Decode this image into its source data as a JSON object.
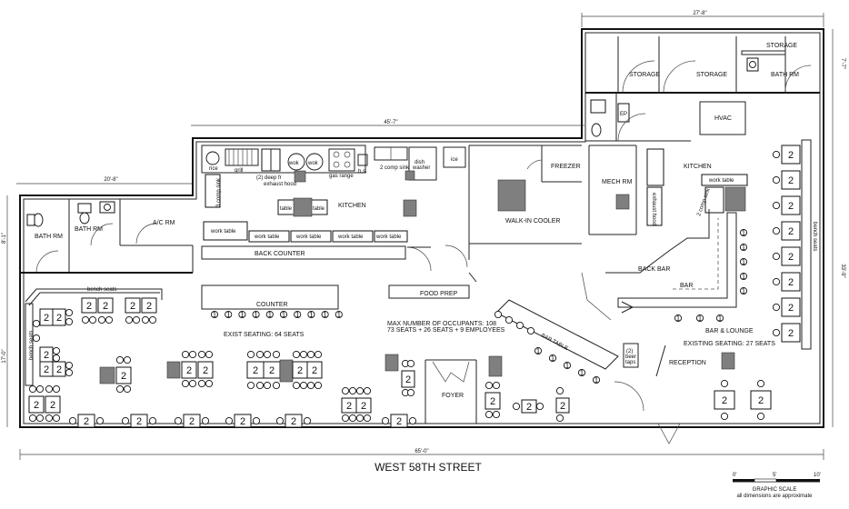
{
  "street": "WEST 58TH STREET",
  "dimensions": {
    "overall_width": "65'-0\"",
    "kitchen_width": "45'-7\"",
    "rear_width": "27'-8\"",
    "left_wing_width": "20'-8\"",
    "rear_depth": "7'-7\"",
    "right_depth": "33'-9\"",
    "left_depth_upper": "8'-1\"",
    "left_depth_lower": "17'-0\""
  },
  "scale": {
    "ticks": [
      "0'",
      "5'",
      "10'"
    ],
    "title": "GRAPHIC SCALE",
    "note": "all dimensions are approximate"
  },
  "occupancy": {
    "line1": "MAX NUMBER OF OCCUPANTS: 108",
    "line2": "73 SEATS + 26 SEATS + 9 EMPLOYEES"
  },
  "rooms": {
    "storage_top": "STORAGE",
    "storage_1": "STORAGE",
    "storage_2": "STORAGE",
    "bath_rm_right": "BATH RM",
    "ep": "EP",
    "hvac": "HVAC",
    "kitchen_right": "KITCHEN",
    "mech_rm": "MECH RM",
    "freezer": "FREEZER",
    "walk_in_cooler": "WALK-IN COOLER",
    "kitchen_main": "KITCHEN",
    "bath_rm_1": "BATH RM",
    "bath_rm_2": "BATH RM",
    "ac_rm": "A/C RM",
    "foyer": "FOYER",
    "reception": "RECEPTION",
    "bar_lounge": "BAR & LOUNGE"
  },
  "kitchen": {
    "rice": "rice",
    "grill": "grill",
    "deep_fr": "(2) deep fr",
    "exhaust_hood": "exhaust hood",
    "wok": "wok",
    "gas_range": "gas range",
    "hs": "h.s.",
    "two_comp_sink": "2 comp sink",
    "dish_washer_1": "dish",
    "dish_washer_2": "washer",
    "ice": "ice",
    "three_comp_sink": "3 comp sink",
    "table": "table",
    "work_table": "work table",
    "back_counter": "BACK COUNTER",
    "counter": "COUNTER",
    "food_prep": "FOOD PREP",
    "right_work_table": "work table",
    "right_2_comp_sink": "2 comp sink",
    "right_exhaust_hood": "exhaust hood"
  },
  "bar": {
    "back_bar": "BACK BAR",
    "bar": "BAR",
    "bar_table": "BAR TABLE",
    "beer_taps_1": "(2)",
    "beer_taps_2": "beer",
    "beer_taps_3": "taps",
    "existing_seating": "EXISTING SEATING: 27 SEATS"
  },
  "dining": {
    "exist_seating": "EXIST SEATING: 64 SEATS",
    "bench_seats_top": "bench seats",
    "bench_seats_left": "bench seats",
    "bench_seats_right": "bench seats"
  },
  "marks": {
    "two": "2",
    "one": "1"
  }
}
